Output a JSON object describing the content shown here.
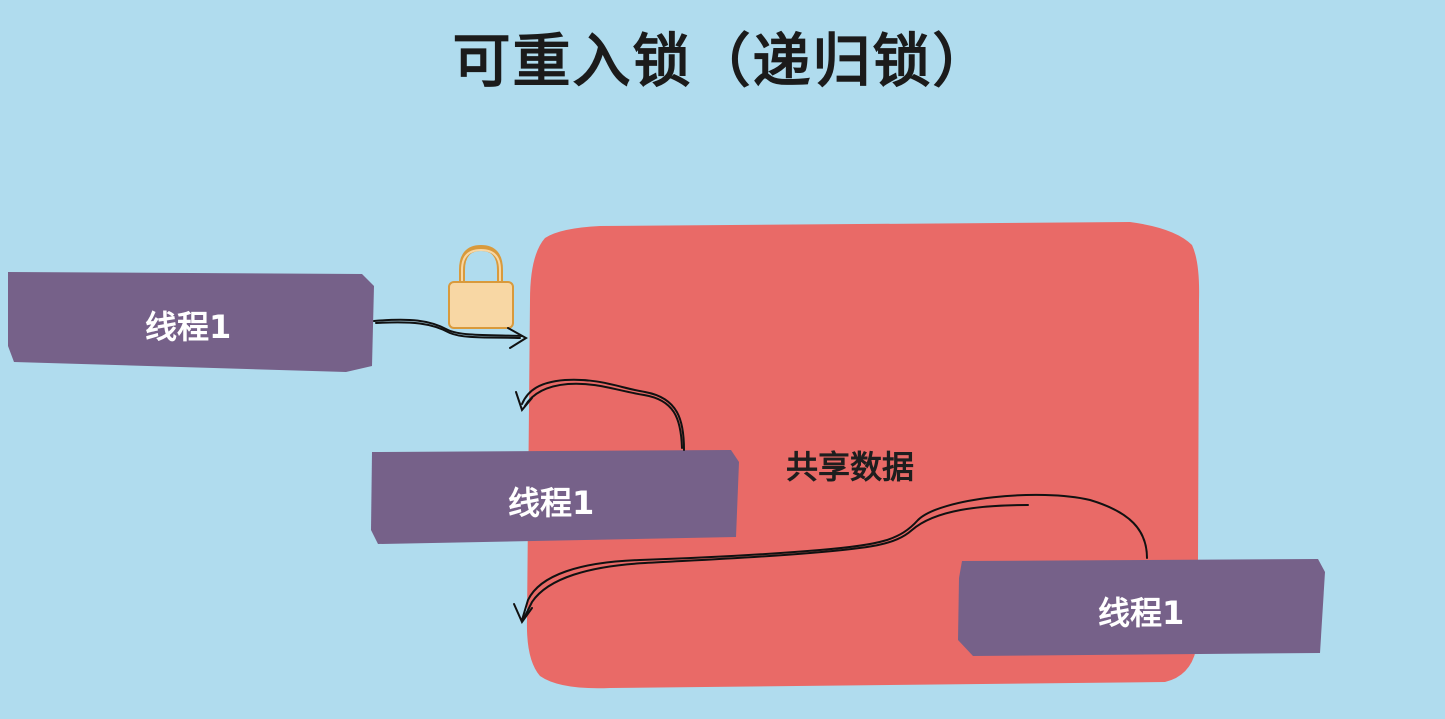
{
  "title": "可重入锁（递归锁）",
  "shared_data": {
    "label": "共享数据",
    "color": "#e96a67"
  },
  "threads": [
    {
      "label": "线程1"
    },
    {
      "label": "线程1"
    },
    {
      "label": "线程1"
    }
  ],
  "colors": {
    "background": "#b0dcee",
    "thread_box": "#766189",
    "lock_body": "#f8d7a4",
    "lock_outline": "#d99a3c",
    "arrow": "#111111"
  },
  "icons": [
    "padlock-icon"
  ]
}
